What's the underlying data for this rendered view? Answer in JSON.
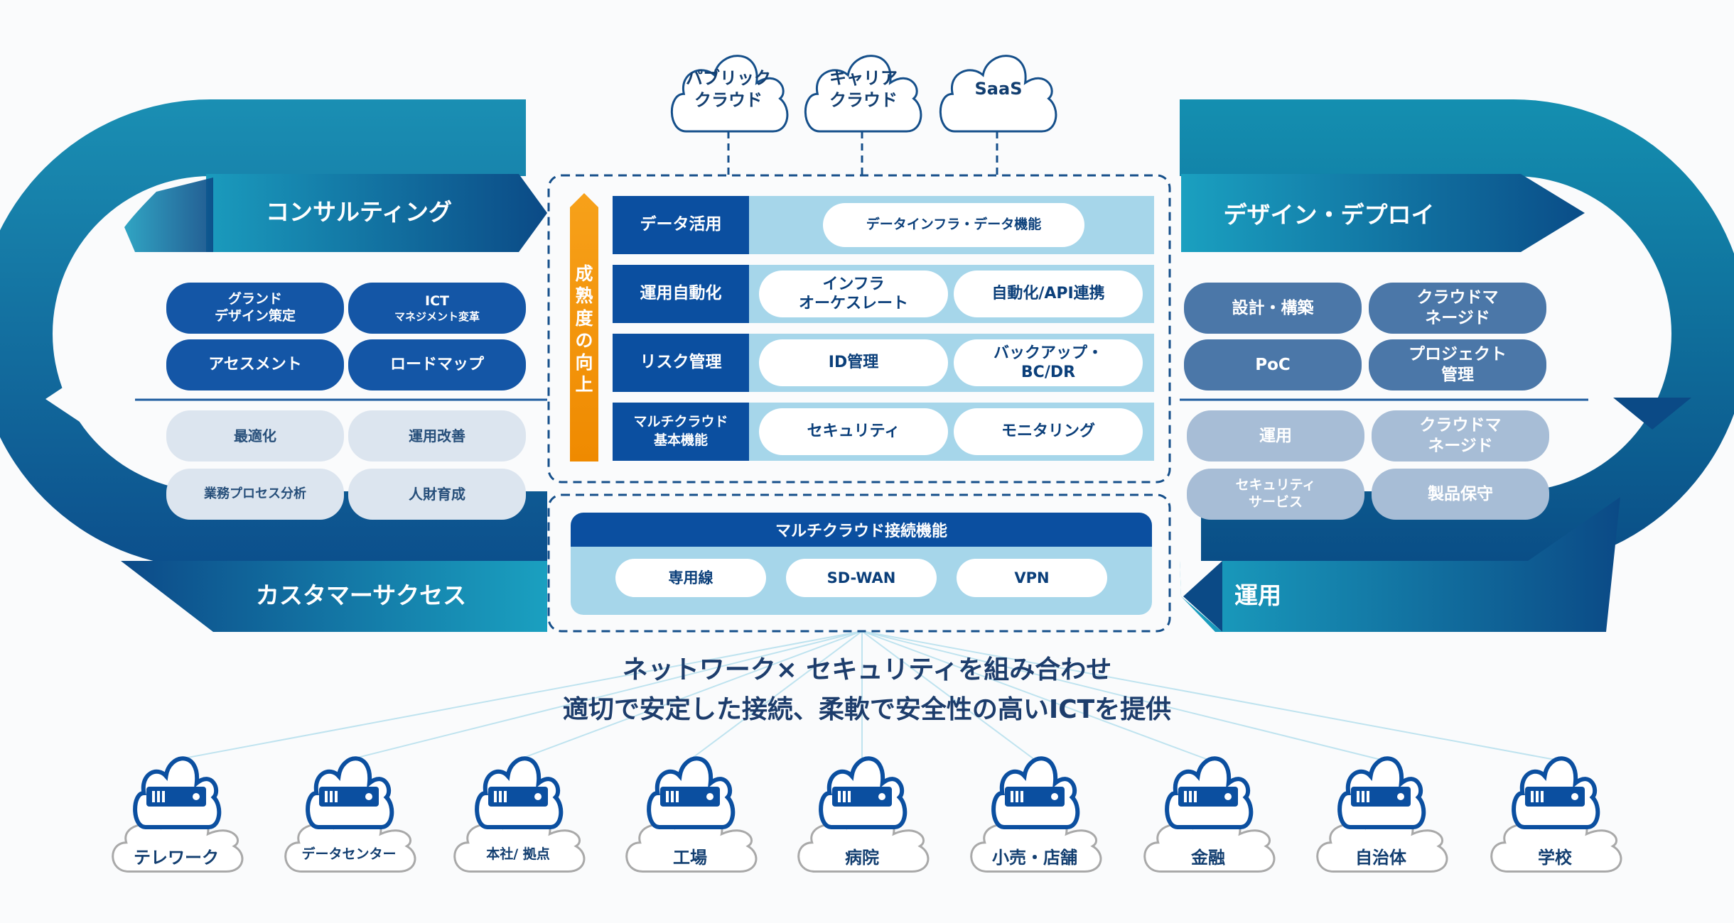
{
  "top_clouds": [
    "パブリック\nクラウド",
    "キャリア\nクラウド",
    "SaaS"
  ],
  "loop": {
    "consulting": "コンサルティング",
    "design_deploy": "デザイン・デプロイ",
    "customer_success": "カスタマーサクセス",
    "operation": "運用"
  },
  "consulting": {
    "pills": [
      "グランド\nデザイン策定",
      "アセスメント",
      "ロードマップ"
    ],
    "ict_title": "ICT",
    "ict_sub": "マネジメント変革"
  },
  "customer_success": {
    "pills": [
      "最適化",
      "運用改善",
      "業務プロセス分析",
      "人財育成"
    ]
  },
  "design_deploy": {
    "pills": [
      "設計・構築",
      "クラウドマ\nネージド",
      "PoC",
      "プロジェクト\n管理"
    ]
  },
  "operation": {
    "pills": [
      "運用",
      "クラウドマ\nネージド",
      "セキュリティ\nサービス",
      "製品保守"
    ]
  },
  "maturity": {
    "label": "成熟度の向上",
    "rows": [
      {
        "label": "データ活用",
        "items": [
          "データインフラ・データ機能"
        ]
      },
      {
        "label": "運用自動化",
        "items": [
          "インフラ\nオーケスレート",
          "自動化/API連携"
        ]
      },
      {
        "label": "リスク管理",
        "items": [
          "ID管理",
          "バックアップ・\nBC/DR"
        ]
      },
      {
        "label": "マルチクラウド\n基本機能",
        "items": [
          "セキュリティ",
          "モニタリング"
        ]
      }
    ]
  },
  "connectivity": {
    "title": "マルチクラウド接続機能",
    "items": [
      "専用線",
      "SD-WAN",
      "VPN"
    ]
  },
  "tagline": {
    "line1": "ネットワーク× セキュリティを組み合わせ",
    "line2": "適切で安定した接続、柔軟で安全性の高いICTを提供"
  },
  "endpoints": [
    "テレワーク",
    "データセンター",
    "本社/ 拠点",
    "工場",
    "病院",
    "小売・店舗",
    "金融",
    "自治体",
    "学校"
  ],
  "colors": {
    "primary_blue": "#0b4fa0",
    "light_blue": "#a6d6ea",
    "orange": "#f39200",
    "text_navy": "#123e70"
  }
}
